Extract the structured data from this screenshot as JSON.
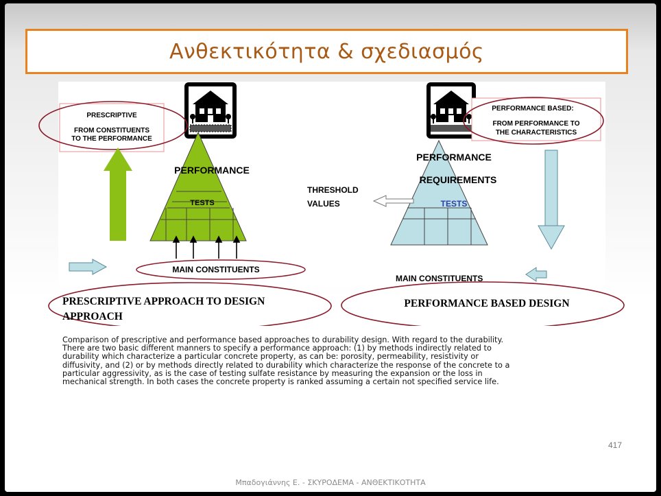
{
  "slide": {
    "title": "Ανθεκτικότητα & σχεδιασμός",
    "page_number": "417",
    "footer": "Μπαδογιάννης Ε. -  ΣΚΥΡΟΔΕΜΑ - ΑΝΘΕΚΤΙΚΟΤΗΤΑ",
    "caption": "Comparison of prescriptive and performance based approaches to durability design. With regard to the durability.\nThere are two basic different manners to specify a performance approach: (1) by methods indirectly related to\ndurability which characterize a particular concrete property, as can be: porosity, permeability, resistivity or\ndiffusivity, and (2) or by methods directly related to durability which characterize the response of the concrete to a\nparticular aggressivity, as is the case of testing sulfate resistance by measuring the expansion or the loss in\nmechanical strength. In both cases the concrete property is ranked assuming a certain not specified service life."
  },
  "diagram": {
    "left": {
      "box_line1": "PRESCRIPTIVE",
      "box_line2": "FROM CONSTITUENTS",
      "box_line3": "TO THE PERFORMANCE",
      "pyramid_top": "PERFORMANCE",
      "pyramid_mid": "TESTS",
      "base_label": "MAIN CONSTITUENTS",
      "approach_line1": "PRESCRIPTIVE APPROACH TO DESIGN",
      "approach_line2": "APPROACH",
      "color": "#8cc017"
    },
    "right": {
      "box_line1": "PERFORMANCE BASED:",
      "box_line2": "FROM PERFORMANCE TO",
      "box_line3": "THE CHARACTERISTICS",
      "pyramid_top": "PERFORMANCE",
      "pyramid_req": "REQUIREMENTS",
      "pyramid_mid": "TESTS",
      "threshold_line1": "THRESHOLD",
      "threshold_line2": "VALUES",
      "base_label": "MAIN CONSTITUENTS",
      "approach": "PERFORMANCE BASED DESIGN",
      "color": "#bde0e6"
    }
  }
}
